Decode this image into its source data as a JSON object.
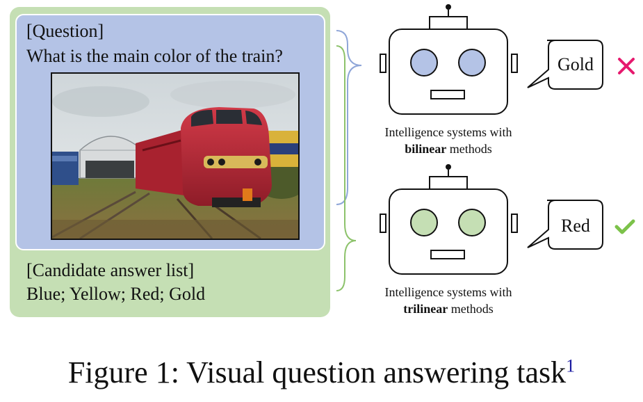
{
  "question": {
    "header": "[Question]",
    "text": "What is the main color of the train?"
  },
  "candidates": {
    "header": "[Candidate answer list]",
    "text": "Blue; Yellow; Red; Gold"
  },
  "robots": [
    {
      "answer": "Gold",
      "caption_line1": "Intelligence systems with",
      "caption_bold": "bilinear",
      "caption_rest": " methods",
      "verdict_icon": "cross-icon",
      "verdict_color": "#e6196e",
      "eye_color": "#b4c3e6"
    },
    {
      "answer": "Red",
      "caption_line1": "Intelligence systems with",
      "caption_bold": "trilinear",
      "caption_rest": " methods",
      "verdict_icon": "check-icon",
      "verdict_color": "#7cc24a",
      "eye_color": "#c5dfb4"
    }
  ],
  "figure_caption": {
    "text": "Figure 1: Visual question answering task",
    "footnote": "1"
  },
  "colors": {
    "green_panel": "#c5dfb4",
    "blue_panel": "#b4c3e6",
    "train_red": "#c0283a"
  }
}
